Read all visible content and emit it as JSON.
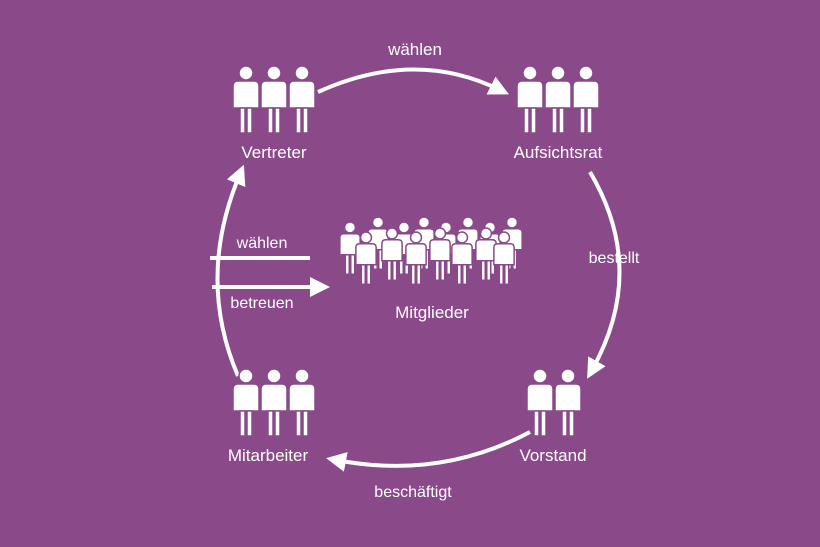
{
  "colors": {
    "background": "#8a4a8a",
    "foreground": "#ffffff"
  },
  "nodes": {
    "vertreter": {
      "label": "Vertreter",
      "people": 3
    },
    "aufsichtsrat": {
      "label": "Aufsichtsrat",
      "people": 3
    },
    "mitglieder": {
      "label": "Mitglieder"
    },
    "vorstand": {
      "label": "Vorstand",
      "people": 2
    },
    "mitarbeiter": {
      "label": "Mitarbeiter",
      "people": 3
    }
  },
  "edges": {
    "waehlen_top": "wählen",
    "bestellt": "bestellt",
    "beschaeftigt": "beschäftigt",
    "waehlen_left": "wählen",
    "betreuen": "betreuen"
  }
}
